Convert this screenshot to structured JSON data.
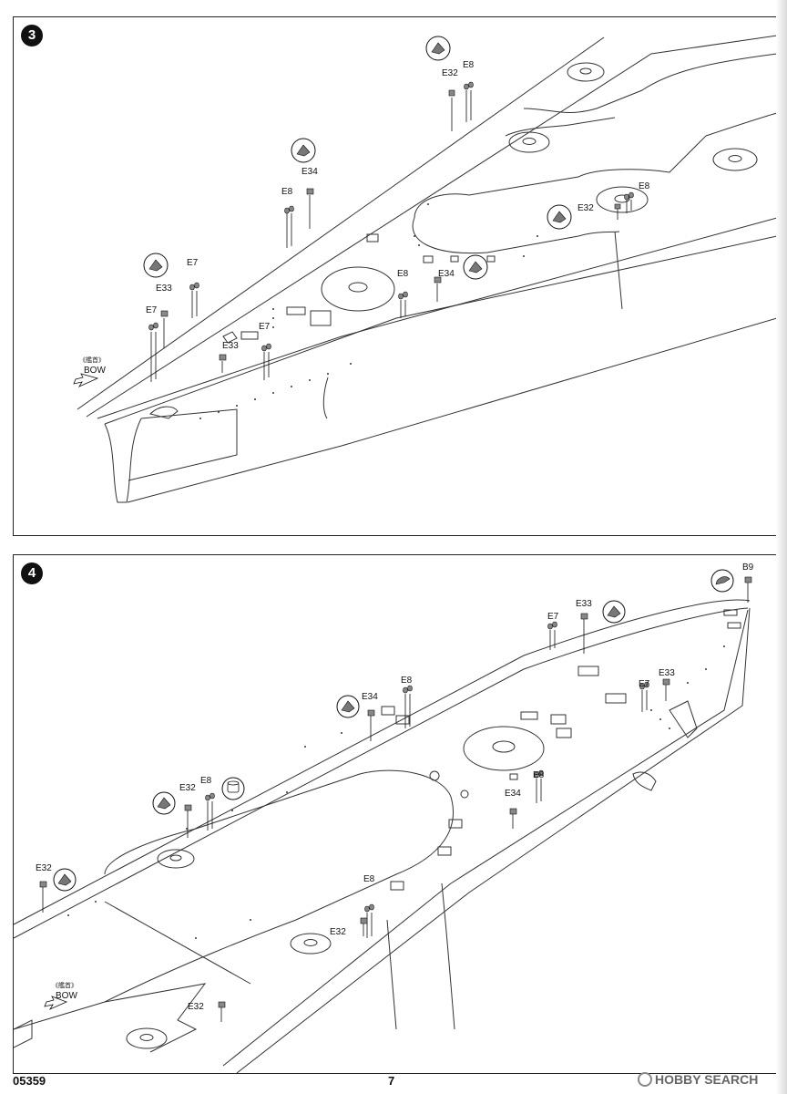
{
  "page": {
    "code": "05359",
    "number": "7",
    "watermark": "HOBBY SEARCH"
  },
  "steps": [
    {
      "number": "3",
      "bow_cn": "《艦首》",
      "bow_en": "BOW",
      "labels": {
        "e32": "E32",
        "e8": "E8",
        "e34": "E34",
        "e7": "E7",
        "e33": "E33"
      }
    },
    {
      "number": "4",
      "bow_cn": "《艦首》",
      "bow_en": "BOW",
      "labels": {
        "e32": "E32",
        "e8": "E8",
        "e34": "E34",
        "e7": "E7",
        "e33": "E33",
        "b9": "B9"
      }
    }
  ]
}
